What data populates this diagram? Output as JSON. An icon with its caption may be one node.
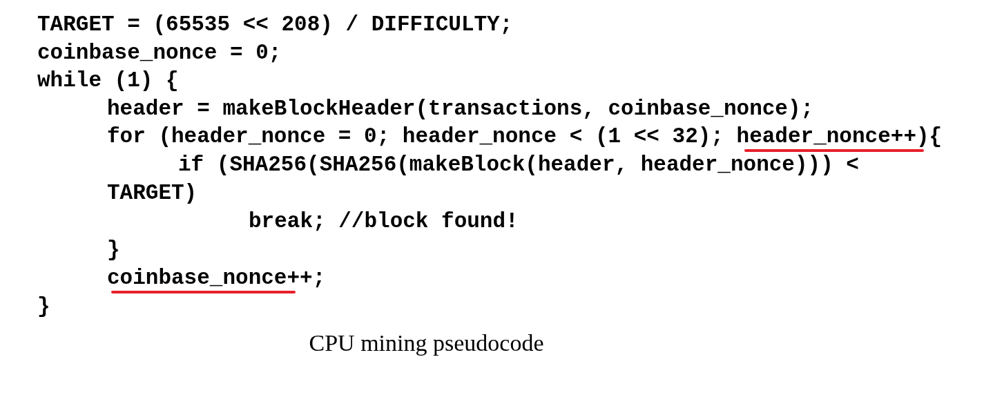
{
  "diagram": {
    "caption": "CPU mining pseudocode",
    "labels": [
      "TARGET = (65535 << 208) / DIFFICULTY;",
      "coinbase_nonce = 0;",
      "while (1) {",
      "header = makeBlockHeader(transactions, coinbase_nonce);",
      "for (header_nonce = 0; header_nonce < (1 << 32); header_nonce++){",
      "if (SHA256(SHA256(makeBlock(header, header_nonce))) <",
      "TARGET)",
      "break; //block found!",
      "}",
      "coinbase_nonce++;",
      "}"
    ]
  }
}
